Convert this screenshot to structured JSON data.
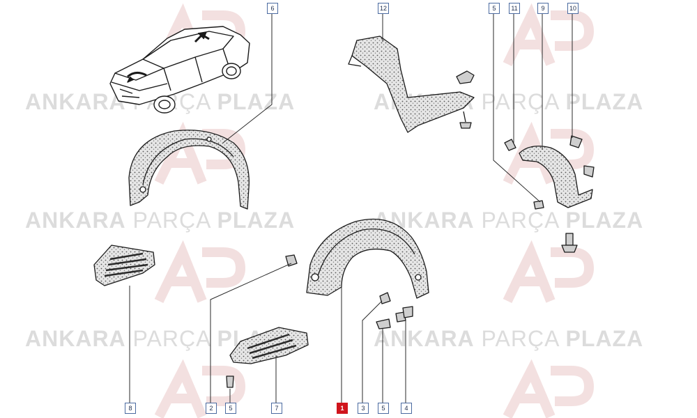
{
  "watermark": {
    "brand_bold_1": "ANKARA",
    "brand_light": "PARÇA",
    "brand_bold_2": "PLAZA",
    "logo_text": "AP"
  },
  "callouts": [
    {
      "id": "c6",
      "label": "6"
    },
    {
      "id": "c12",
      "label": "12"
    },
    {
      "id": "c5a",
      "label": "5"
    },
    {
      "id": "c11",
      "label": "11"
    },
    {
      "id": "c9",
      "label": "9"
    },
    {
      "id": "c10",
      "label": "10"
    },
    {
      "id": "c8",
      "label": "8"
    },
    {
      "id": "c2",
      "label": "2"
    },
    {
      "id": "c5b",
      "label": "5"
    },
    {
      "id": "c7",
      "label": "7"
    },
    {
      "id": "c1",
      "label": "1",
      "active": true
    },
    {
      "id": "c3",
      "label": "3"
    },
    {
      "id": "c5c",
      "label": "5"
    },
    {
      "id": "c4",
      "label": "4"
    }
  ],
  "colors": {
    "line": "#1a1a1a",
    "part_fill": "#d8d8d8",
    "leader": "#2a2a2a",
    "callout_border": "#4a6aa0",
    "active": "#d0141c",
    "watermark": "#dcdcdc"
  }
}
